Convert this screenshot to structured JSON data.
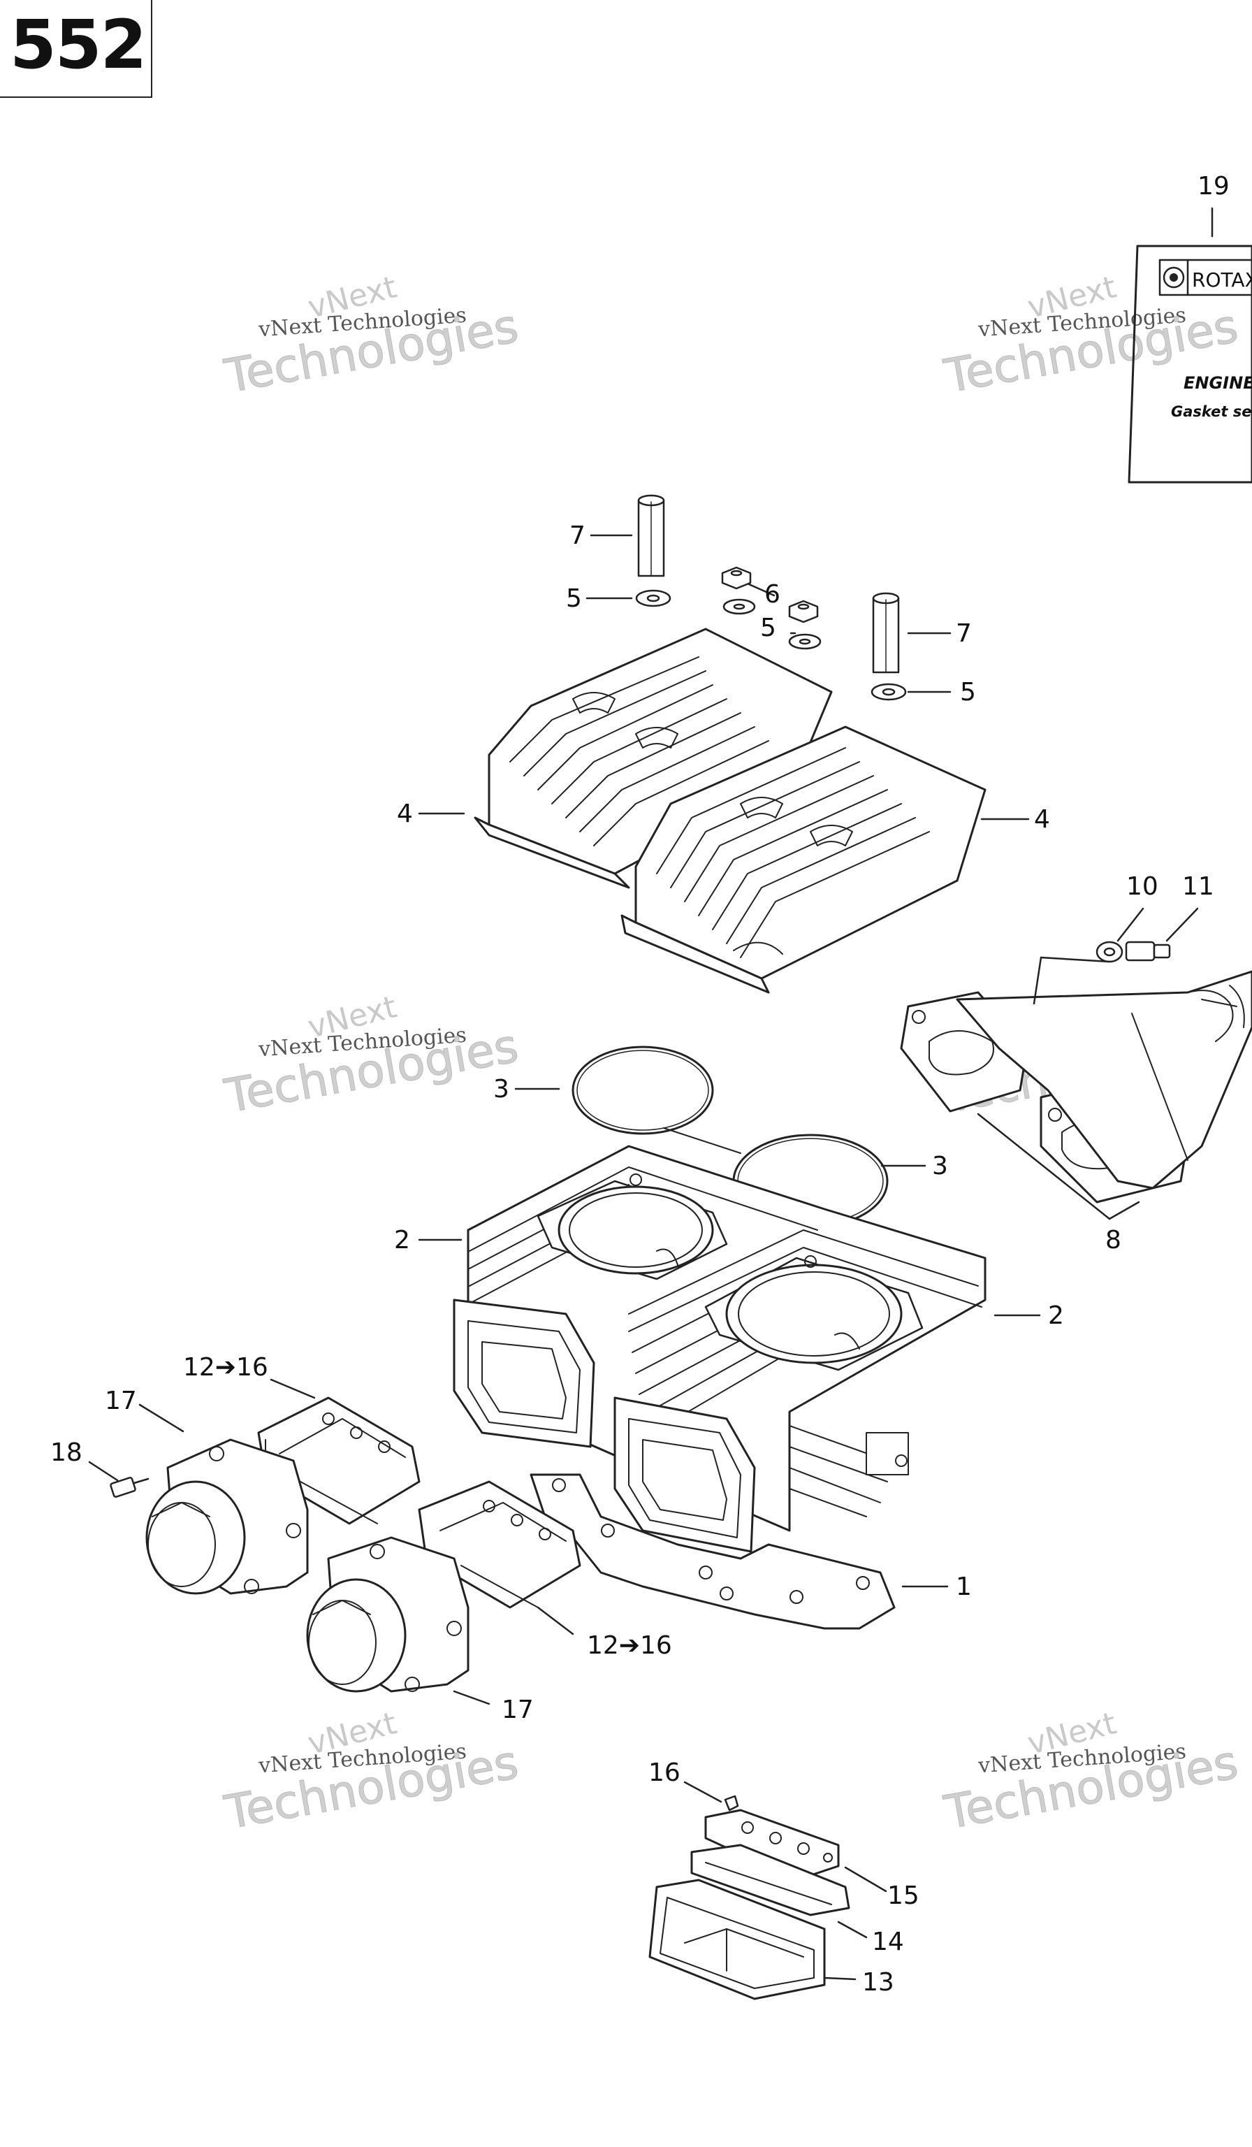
{
  "page_number": "552",
  "watermark": {
    "brand": "vNext",
    "line": "vNext Technologies",
    "word": "Technologies"
  },
  "kit": {
    "brand": "ROTAX",
    "line1": "ENGINE",
    "line2": "Gasket se"
  },
  "callouts": {
    "c1": "1",
    "c2a": "2",
    "c2b": "2",
    "c3a": "3",
    "c3b": "3",
    "c4a": "4",
    "c4b": "4",
    "c5a": "5",
    "c5b": "5",
    "c5c": "5",
    "c6": "6",
    "c7a": "7",
    "c7b": "7",
    "c8": "8",
    "c10": "10",
    "c11": "11",
    "c12a": "12➔16",
    "c12b": "12➔16",
    "c13": "13",
    "c14": "14",
    "c15": "15",
    "c16": "16",
    "c17a": "17",
    "c17b": "17",
    "c18": "18",
    "c19": "19"
  }
}
